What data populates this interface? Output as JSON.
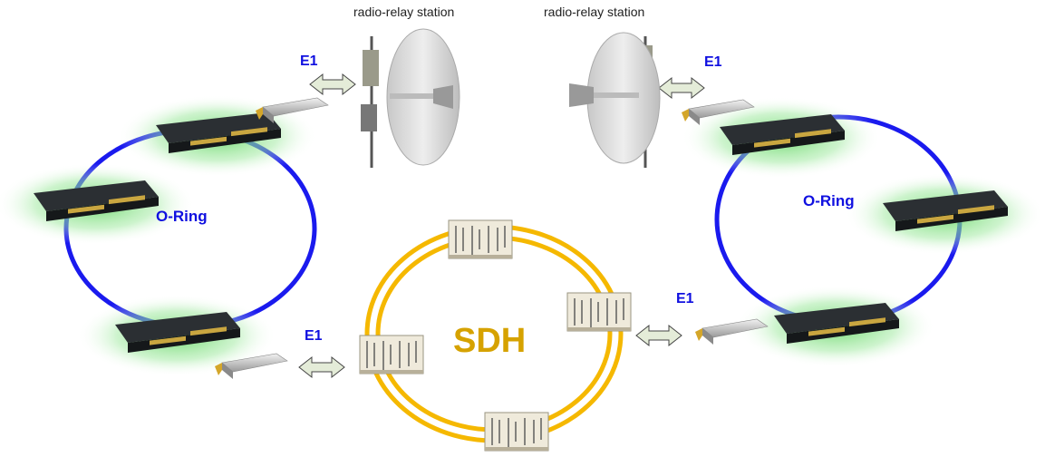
{
  "labels": {
    "station_left": "radio-relay station",
    "station_right": "radio-relay station",
    "e1_top_left": "E1",
    "e1_top_right": "E1",
    "e1_bottom_left": "E1",
    "e1_bottom_right": "E1",
    "oring_left": "O-Ring",
    "oring_right": "O-Ring",
    "sdh": "SDH"
  },
  "colors": {
    "oring": "#1a1aee",
    "sdh_ring": "#f5b800",
    "sdh_text": "#d6a200",
    "e1_text": "#1010e0",
    "glow": "#7ee07e"
  }
}
